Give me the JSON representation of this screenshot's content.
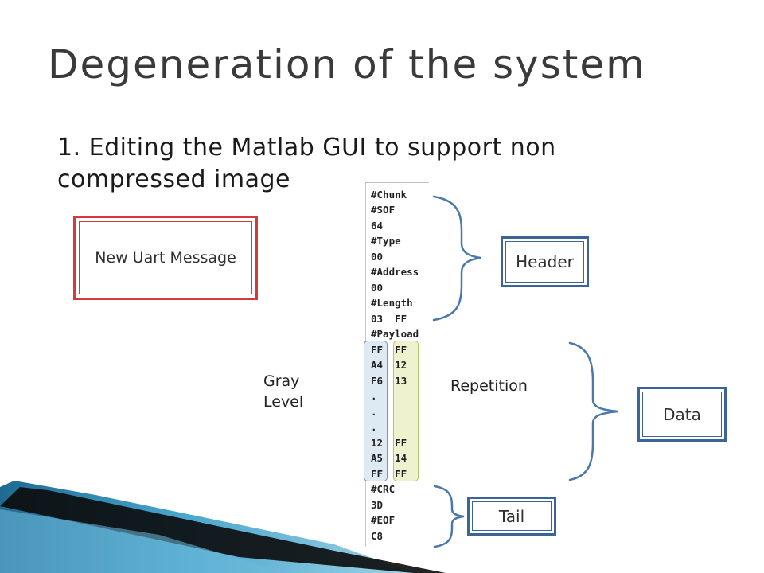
{
  "slide": {
    "title": "Degeneration of the system",
    "bullet": "1. Editing the Matlab GUI to support non compressed image"
  },
  "boxes": {
    "new_message": "New Uart Message",
    "header": "Header",
    "data": "Data",
    "tail": "Tail"
  },
  "labels": {
    "gray_level": "Gray Level",
    "repetition": "Repetition"
  },
  "code": {
    "lines": [
      {
        "text": "#Chunk"
      },
      {
        "text": "#SOF"
      },
      {
        "text": "64"
      },
      {
        "text": "#Type"
      },
      {
        "text": "00"
      },
      {
        "text": "#Address"
      },
      {
        "text": "00"
      },
      {
        "text": "#Length"
      },
      {
        "text": "03  FF"
      },
      {
        "text": "#Payload"
      },
      {
        "text": "FF  FF"
      },
      {
        "text": "A4  12"
      },
      {
        "text": "F6  13"
      },
      {
        "text": "."
      },
      {
        "text": "."
      },
      {
        "text": "."
      },
      {
        "text": "12  FF"
      },
      {
        "text": "A5  14"
      },
      {
        "text": "FF  FF"
      },
      {
        "text": "#CRC"
      },
      {
        "text": "3D"
      },
      {
        "text": "#EOF"
      },
      {
        "text": "C8"
      }
    ]
  },
  "colors": {
    "accent_blue": "#3d6496",
    "accent_red": "#d23c3c",
    "gray_highlight": "#dde9f3",
    "repetition_highlight": "#eef2cf"
  }
}
